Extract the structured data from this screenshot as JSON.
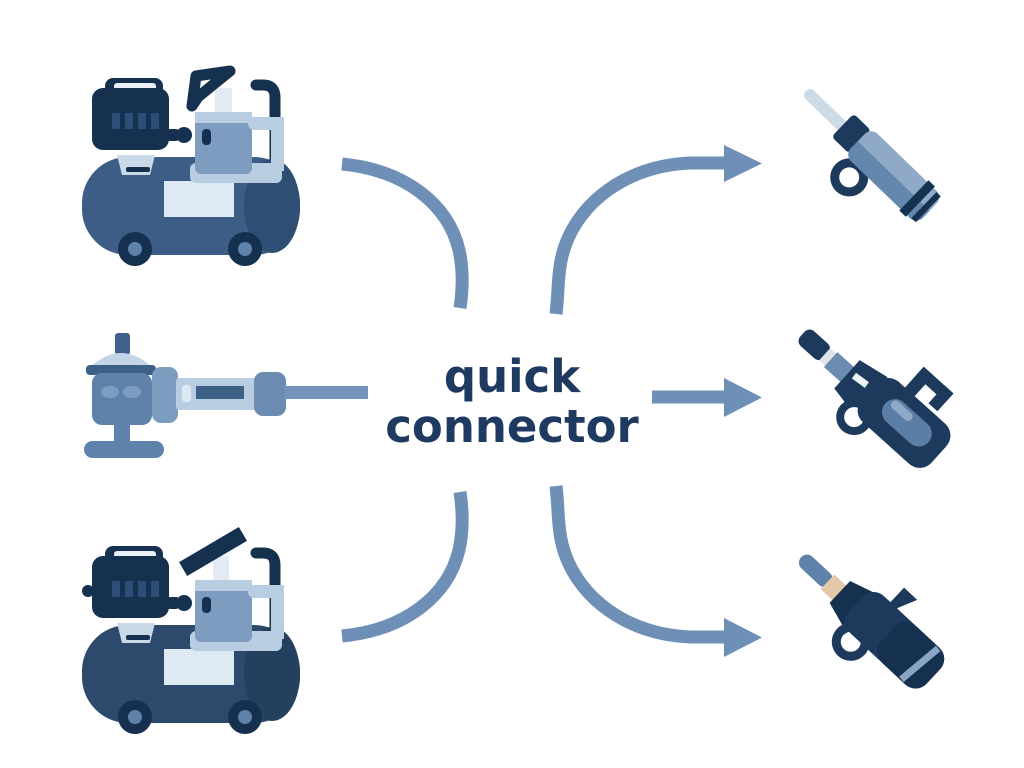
{
  "center_label": {
    "line1": "quick",
    "line2": "connector"
  },
  "palette": {
    "background": "#ffffff",
    "arrow": "#6f90b6",
    "text": "#1f3a60",
    "navy_darkest": "#16304f",
    "navy": "#1d3a5c",
    "tank_top_compressor": "#3d5c86",
    "tank_bottom_compressor": "#2d4a6c",
    "steel_blue": "#5e82aa",
    "medium_blue": "#7d9cc0",
    "light_blue": "#b9cde2",
    "pale_blue": "#dde9f3",
    "tan_band": "#e3c9a8"
  },
  "items": {
    "left": [
      {
        "icon": "air-compressor-icon",
        "position": "top-left"
      },
      {
        "icon": "pneumatic-grinder-icon",
        "position": "middle-left"
      },
      {
        "icon": "air-compressor-icon",
        "position": "bottom-left"
      }
    ],
    "right": [
      {
        "icon": "air-blow-gun-icon",
        "position": "top-right"
      },
      {
        "icon": "pneumatic-hammer-icon",
        "position": "middle-right"
      },
      {
        "icon": "pneumatic-chisel-icon",
        "position": "bottom-right"
      }
    ]
  },
  "arrows": [
    {
      "name": "arrow-top-left-to-center",
      "has_head": false
    },
    {
      "name": "arrow-center-to-top-right",
      "has_head": true
    },
    {
      "name": "arrow-center-to-middle-right",
      "has_head": true
    },
    {
      "name": "arrow-bottom-left-to-center",
      "has_head": false
    },
    {
      "name": "arrow-center-to-bottom-right",
      "has_head": true
    }
  ]
}
